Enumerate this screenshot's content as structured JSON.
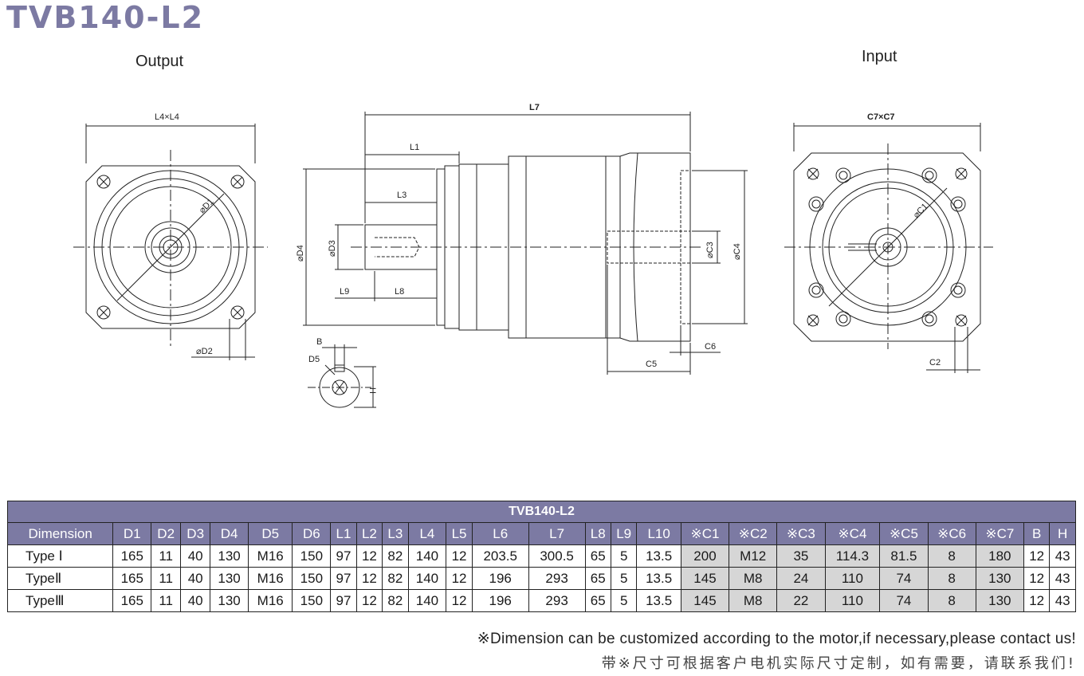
{
  "title": "TVB140-L2",
  "labels": {
    "output": "Output",
    "input": "Input"
  },
  "dims": {
    "l4l4": "L4×L4",
    "d1": "⌀D1",
    "d2": "⌀D2",
    "l7": "L7",
    "l1": "L1",
    "l3": "L3",
    "d4": "⌀D4",
    "d3": "⌀D3",
    "l9": "L9",
    "l8": "L8",
    "c3": "⌀C3",
    "c4": "⌀C4",
    "c5": "C5",
    "c6": "C6",
    "b": "B",
    "d5": "D5",
    "h": "H",
    "c7c7": "C7×C7",
    "c1": "⌀C1",
    "c2": "C2"
  },
  "table": {
    "title": "TVB140-L2",
    "headers": [
      "Dimension",
      "D1",
      "D2",
      "D3",
      "D4",
      "D5",
      "D6",
      "L1",
      "L2",
      "L3",
      "L4",
      "L5",
      "L6",
      "L7",
      "L8",
      "L9",
      "L10",
      "※C1",
      "※C2",
      "※C3",
      "※C4",
      "※C5",
      "※C6",
      "※C7",
      "B",
      "H"
    ],
    "rows": [
      [
        "Type Ⅰ",
        "165",
        "11",
        "40",
        "130",
        "M16",
        "150",
        "97",
        "12",
        "82",
        "140",
        "12",
        "203.5",
        "300.5",
        "65",
        "5",
        "13.5",
        "200",
        "M12",
        "35",
        "114.3",
        "81.5",
        "8",
        "180",
        "12",
        "43"
      ],
      [
        "TypeⅡ",
        "165",
        "11",
        "40",
        "130",
        "M16",
        "150",
        "97",
        "12",
        "82",
        "140",
        "12",
        "196",
        "293",
        "65",
        "5",
        "13.5",
        "145",
        "M8",
        "24",
        "110",
        "74",
        "8",
        "130",
        "12",
        "43"
      ],
      [
        "TypeⅢ",
        "165",
        "11",
        "40",
        "130",
        "M16",
        "150",
        "97",
        "12",
        "82",
        "140",
        "12",
        "196",
        "293",
        "65",
        "5",
        "13.5",
        "145",
        "M8",
        "22",
        "110",
        "74",
        "8",
        "130",
        "12",
        "43"
      ]
    ]
  },
  "notes": {
    "en": "※Dimension can be customized according to the motor,if necessary,please contact us!",
    "cn": "带※尺寸可根据客户电机实际尺寸定制，如有需要，请联系我们!"
  },
  "colors": {
    "header_bg": "#7c7aa3",
    "shaded_cell": "#d6d6d6"
  }
}
